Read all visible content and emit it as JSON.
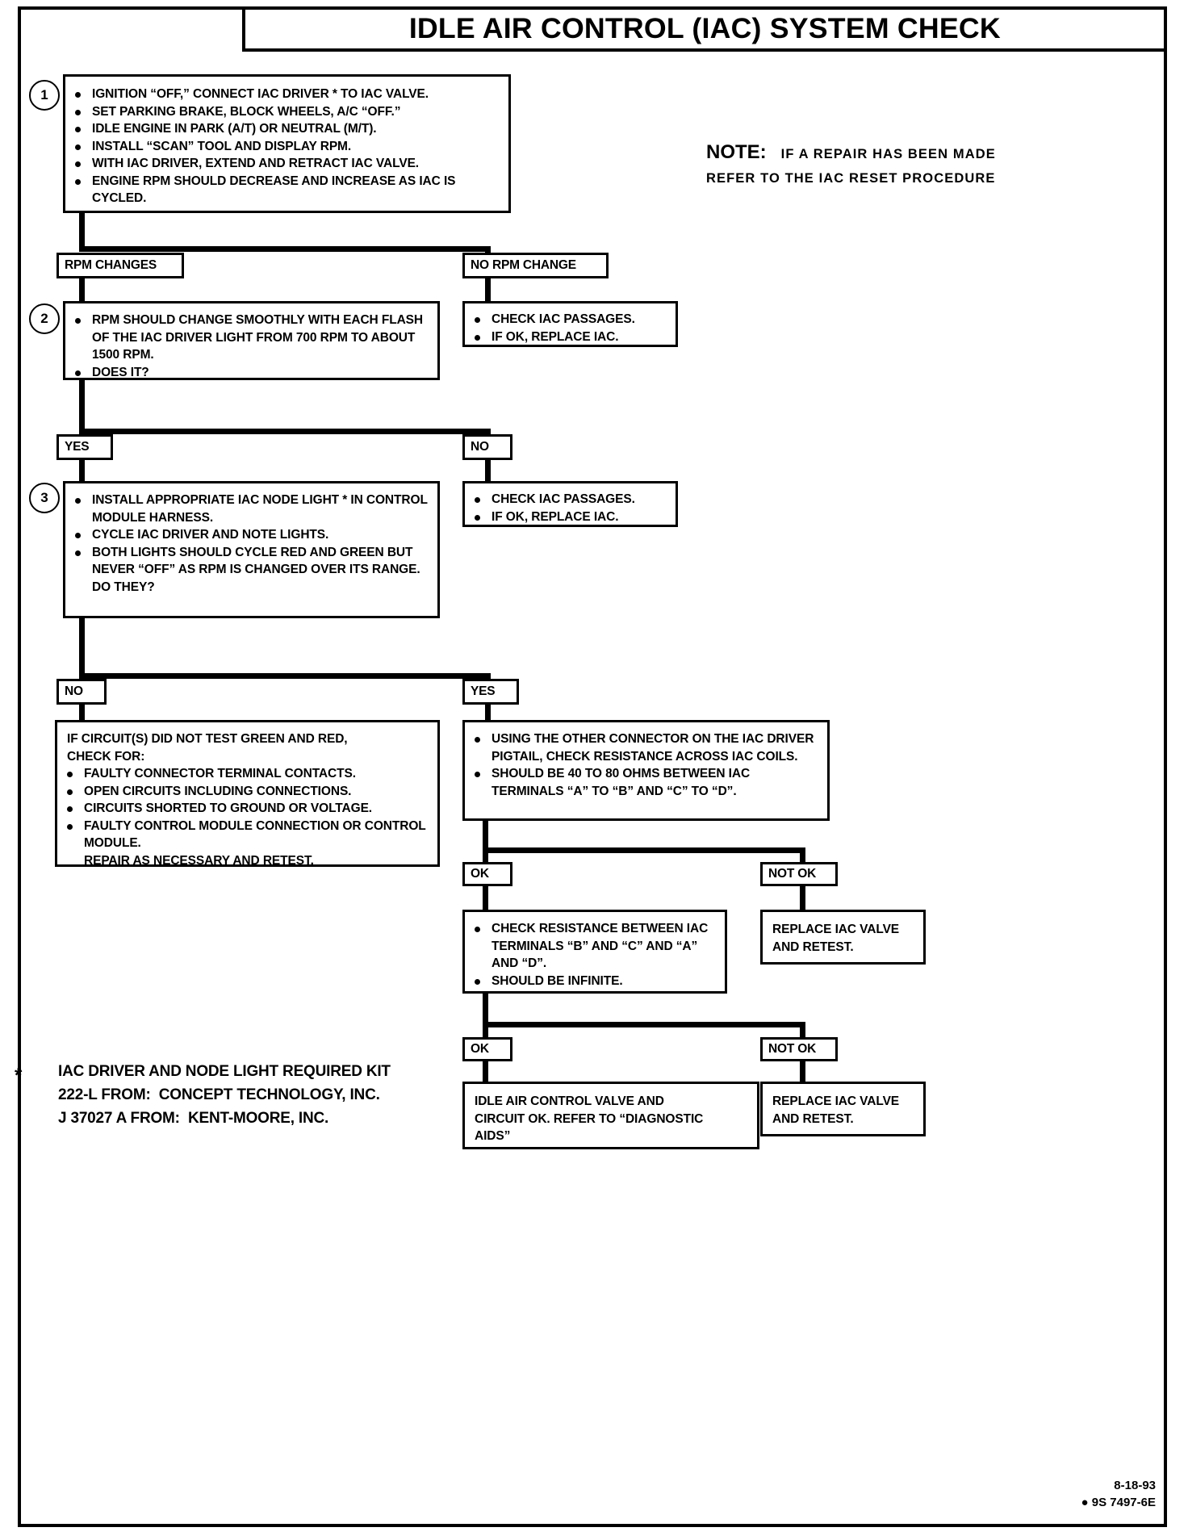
{
  "title": "IDLE AIR CONTROL (IAC) SYSTEM CHECK",
  "note": {
    "heading": "NOTE:",
    "line1": "IF A REPAIR HAS BEEN MADE",
    "line2": "REFER TO THE IAC RESET PROCEDURE"
  },
  "steps": {
    "one": "1",
    "two": "2",
    "three": "3"
  },
  "step1": {
    "items": [
      "IGNITION “OFF,” CONNECT IAC DRIVER * TO IAC VALVE.",
      "SET PARKING BRAKE, BLOCK WHEELS, A/C “OFF.”",
      "IDLE ENGINE IN PARK (A/T) OR NEUTRAL (M/T).",
      "INSTALL “SCAN” TOOL AND DISPLAY RPM.",
      "WITH IAC DRIVER, EXTEND AND RETRACT IAC VALVE.",
      "ENGINE RPM SHOULD DECREASE AND INCREASE AS IAC IS CYCLED."
    ]
  },
  "branch1": {
    "left_label": "RPM CHANGES",
    "right_label": "NO RPM CHANGE"
  },
  "step2": {
    "items": [
      "RPM SHOULD CHANGE SMOOTHLY WITH EACH FLASH OF THE IAC DRIVER LIGHT FROM 700 RPM TO ABOUT 1500 RPM.",
      "DOES IT?"
    ]
  },
  "no_rpm_change_box": {
    "items": [
      "CHECK IAC PASSAGES.",
      "IF OK, REPLACE IAC."
    ]
  },
  "branch2": {
    "left_label": "YES",
    "right_label": "NO"
  },
  "step3": {
    "items": [
      "INSTALL APPROPRIATE IAC NODE LIGHT * IN CONTROL MODULE HARNESS.",
      "CYCLE IAC DRIVER AND NOTE LIGHTS.",
      "BOTH LIGHTS SHOULD CYCLE RED AND GREEN BUT NEVER “OFF” AS RPM IS CHANGED OVER ITS RANGE."
    ],
    "trailing": "DO THEY?"
  },
  "no_box_2": {
    "items": [
      "CHECK IAC PASSAGES.",
      "IF OK, REPLACE IAC."
    ]
  },
  "branch3": {
    "left_label": "NO",
    "right_label": "YES"
  },
  "circuit_box": {
    "lead1": "IF CIRCUIT(S) DID NOT TEST GREEN AND RED,",
    "lead2": "CHECK FOR:",
    "items": [
      "FAULTY CONNECTOR TERMINAL CONTACTS.",
      "OPEN CIRCUITS INCLUDING CONNECTIONS.",
      "CIRCUITS SHORTED TO GROUND OR VOLTAGE.",
      "FAULTY CONTROL MODULE CONNECTION OR CONTROL MODULE."
    ],
    "trailing": "REPAIR AS NECESSARY AND RETEST."
  },
  "resistance_box": {
    "items": [
      "USING THE OTHER CONNECTOR ON THE IAC DRIVER PIGTAIL, CHECK RESISTANCE ACROSS IAC COILS.",
      "SHOULD BE 40 TO 80 OHMS BETWEEN IAC TERMINALS “A” TO “B” AND “C” TO “D”."
    ]
  },
  "branch4": {
    "left_label": "OK",
    "right_label": "NOT OK"
  },
  "replace_box_1": {
    "line1": "REPLACE IAC VALVE",
    "line2": "AND RETEST."
  },
  "infinite_box": {
    "items": [
      "CHECK RESISTANCE BETWEEN IAC TERMINALS “B” AND “C” AND “A” AND “D”.",
      "SHOULD BE INFINITE."
    ]
  },
  "branch5": {
    "left_label": "OK",
    "right_label": "NOT OK"
  },
  "final_ok_box": {
    "line1": "IDLE AIR CONTROL VALVE AND",
    "line2": "CIRCUIT OK.  REFER TO “DIAGNOSTIC",
    "line3": "AIDS”"
  },
  "replace_box_2": {
    "line1": "REPLACE IAC VALVE",
    "line2": "AND RETEST."
  },
  "footnote": {
    "star": "*",
    "line1": "IAC DRIVER AND NODE LIGHT REQUIRED KIT",
    "line2": "222-L FROM:  CONCEPT TECHNOLOGY, INC.",
    "line3": "J 37027 A FROM:  KENT-MOORE, INC."
  },
  "docid": {
    "date": "8-18-93",
    "code": "● 9S 7497-6E"
  }
}
